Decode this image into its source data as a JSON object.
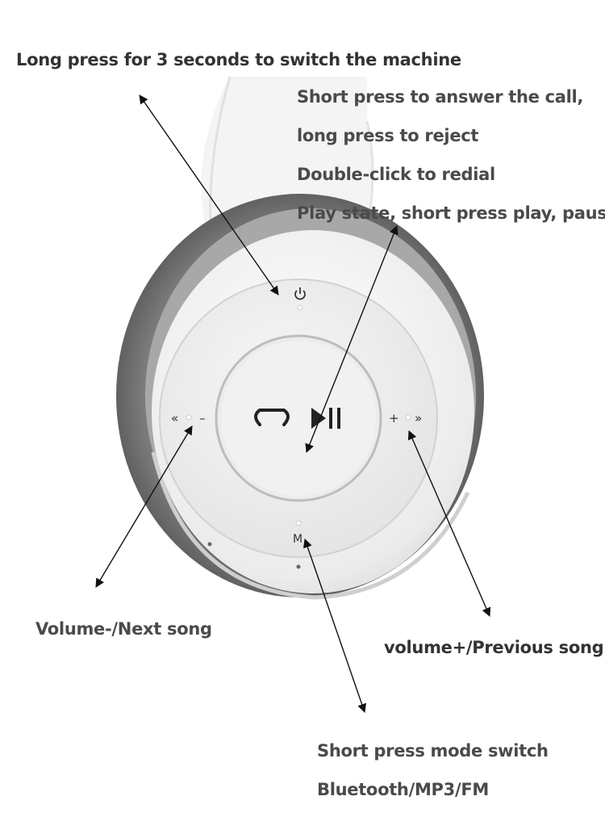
{
  "annotations": {
    "power": "Long press for 3 seconds to switch the machine",
    "call_line1": "Short press to answer the call,",
    "call_line2": "long press to reject",
    "call_line3": "Double-click to redial",
    "call_line4": "Play state, short press play, pause",
    "volume_down": "Volume-/Next song",
    "volume_up": "volume+/Previous song",
    "mode_line1": "Short press mode switch",
    "mode_line2": "Bluetooth/MP3/FM"
  },
  "control_symbols": {
    "left": "«",
    "minus": "–",
    "plus": "+",
    "right": "»",
    "mode": "M"
  },
  "icons": [
    "power-icon",
    "phone-icon",
    "play-pause-icon"
  ],
  "colors": {
    "label_text": "#333333",
    "headphone_shell": "#f2f2f2",
    "ear_cushion": "#6e6e6e",
    "arrow": "#111111"
  }
}
